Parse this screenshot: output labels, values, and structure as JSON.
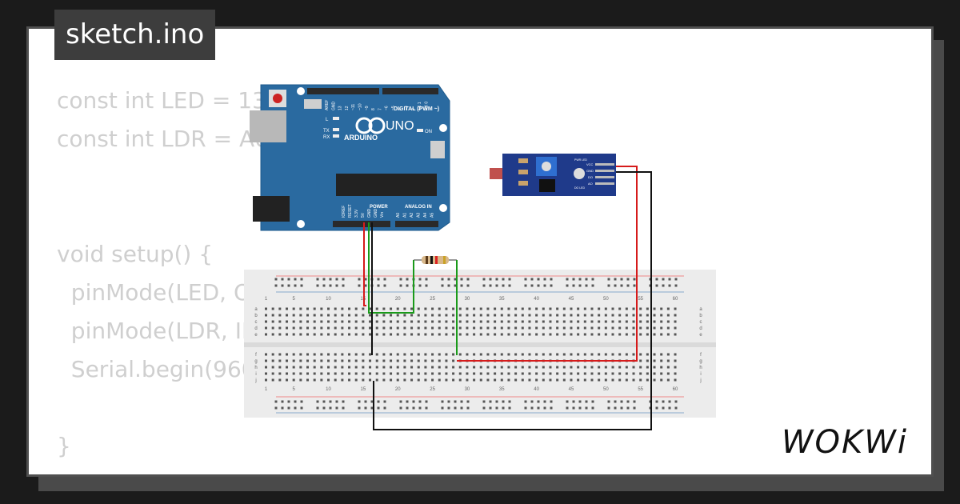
{
  "file_tab": {
    "label": "sketch.ino"
  },
  "code_lines": [
    "const int LED = 13;",
    "const int LDR = A0;",
    "",
    "",
    "void setup() {",
    "  pinMode(LED, OUTPUT);",
    "  pinMode(LDR, INPUT);",
    "  Serial.begin(9600);",
    "",
    "}"
  ],
  "arduino": {
    "model": "UNO",
    "brand": "ARDUINO",
    "digital_header": "DIGITAL (PWM ~)",
    "power_header": "POWER",
    "analog_header": "ANALOG IN",
    "power_pins": [
      "IOREF",
      "RESET",
      "3.3V",
      "5V",
      "GND",
      "GND",
      "Vin"
    ],
    "analog_pins": [
      "A0",
      "A1",
      "A2",
      "A3",
      "A4",
      "A5"
    ],
    "digital_pins": [
      "AREF",
      "GND",
      "13",
      "12",
      "~11",
      "~10",
      "~9",
      "8",
      "7",
      "~6",
      "~5",
      "4",
      "~3",
      "2",
      "TX 1",
      "RX 0"
    ],
    "led_labels": [
      "L",
      "TX",
      "RX",
      "ON"
    ]
  },
  "ldr_module": {
    "pins": [
      "VCC",
      "GND",
      "DO",
      "AO"
    ],
    "labels": [
      "PWR LED",
      "DO LED"
    ]
  },
  "breadboard": {
    "column_numbers": [
      "1",
      "5",
      "10",
      "15",
      "20",
      "25",
      "30",
      "35",
      "40",
      "45",
      "50",
      "55",
      "60"
    ],
    "row_letters_top": [
      "a",
      "b",
      "c",
      "d",
      "e"
    ],
    "row_letters_bottom": [
      "f",
      "g",
      "h",
      "i",
      "j"
    ]
  },
  "brand_logo": "WOKWi",
  "colors": {
    "board_blue": "#2a6aa0",
    "wire_red": "#d61b1b",
    "wire_green": "#1a9a1a",
    "wire_black": "#111111",
    "code_gray": "#cfcfcf"
  }
}
